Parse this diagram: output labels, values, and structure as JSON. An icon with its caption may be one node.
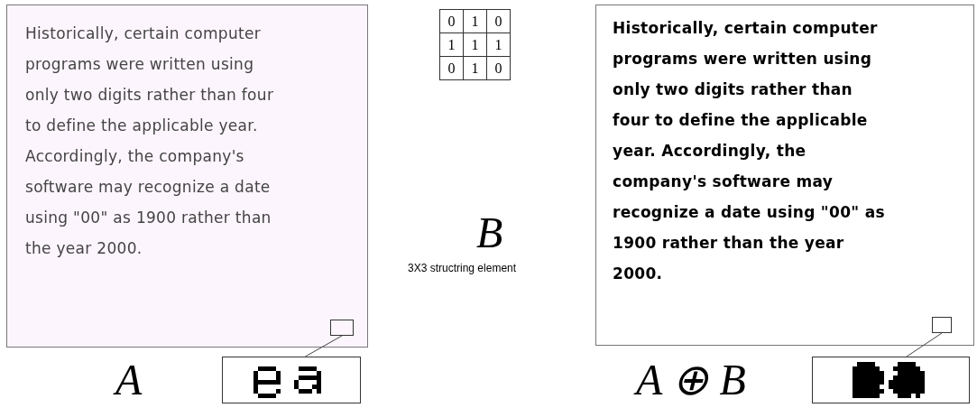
{
  "diagram": {
    "nodes": [
      {
        "text": [
          "Historically, certain computer programs were written using only two digits rather than four to define the applicable year. Accordingly, the company's software may recognize a date using \"00\" as 1900 rather than the year 2000."
        ]
      },
      {
        "text": [],
        "shape": "box",
        "in": 0
      },
      {
        "text": [],
        "shape": "picture"
      },
      {
        "text": [
          "Historically, certain computer programs were written using only two digits rather than four to define the applicable year. Accordingly, the company's software may recognize a date using \"00\" as 1900 rather than the year 2000."
        ]
      },
      {
        "text": [],
        "shape": "box",
        "in": 3
      },
      {
        "text": [],
        "shape": "picture"
      }
    ],
    "edges": [
      {
        "from": 1,
        "to": 2,
        "arrow": "none"
      },
      {
        "from": 4,
        "to": 5,
        "arrow": "none"
      }
    ],
    "labels": [
      "0",
      "1",
      "0",
      "1",
      "1",
      "1",
      "0",
      "1",
      "0",
      "B",
      "3X3 structring element",
      "A",
      "A ⊕ B"
    ]
  }
}
